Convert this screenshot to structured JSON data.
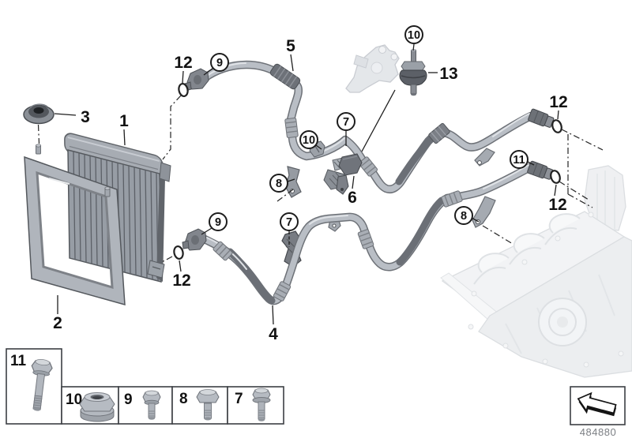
{
  "diagram": {
    "code": "484880",
    "part_labels": {
      "p1": "1",
      "p2": "2",
      "p3": "3",
      "p4": "4",
      "p5": "5",
      "p6": "6",
      "p12": "12",
      "p13": "13"
    },
    "fastener_callouts": {
      "c7": "7",
      "c8": "8",
      "c9": "9",
      "c10": "10",
      "c11": "11"
    },
    "legend": {
      "items": [
        {
          "num": "11",
          "icon": "long-hex-bolt"
        },
        {
          "num": "10",
          "icon": "flange-nut"
        },
        {
          "num": "9",
          "icon": "hex-bolt-small"
        },
        {
          "num": "8",
          "icon": "hex-bolt-medium"
        },
        {
          "num": "7",
          "icon": "flange-bolt"
        }
      ]
    },
    "footer": {
      "direction_arrow": "front-of-vehicle-arrow"
    }
  }
}
